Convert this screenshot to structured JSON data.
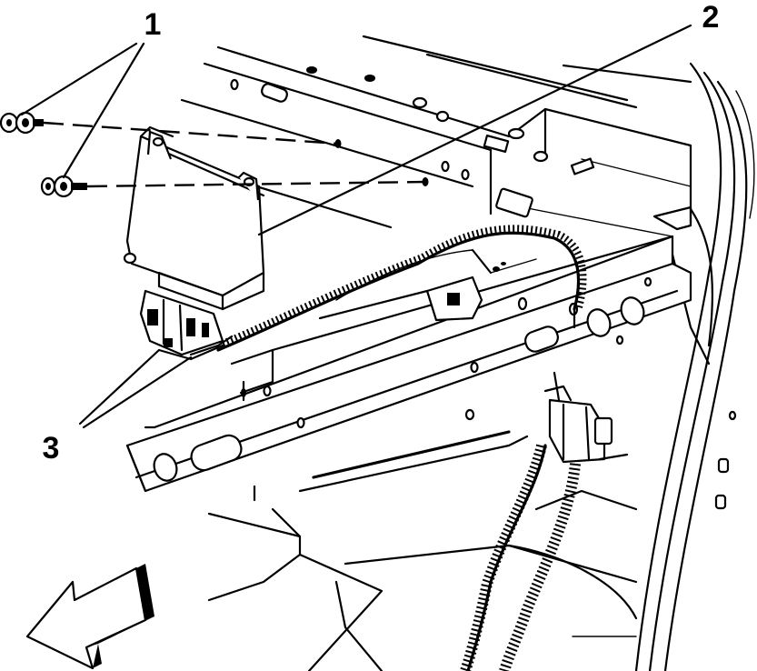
{
  "diagram": {
    "callouts": [
      {
        "id": "1",
        "label": "1"
      },
      {
        "id": "2",
        "label": "2"
      },
      {
        "id": "3",
        "label": "3"
      }
    ],
    "colors": {
      "ink": "#000000",
      "paper": "#ffffff"
    },
    "icons": [
      "bolt-icon",
      "forward-direction-arrow-icon"
    ]
  }
}
